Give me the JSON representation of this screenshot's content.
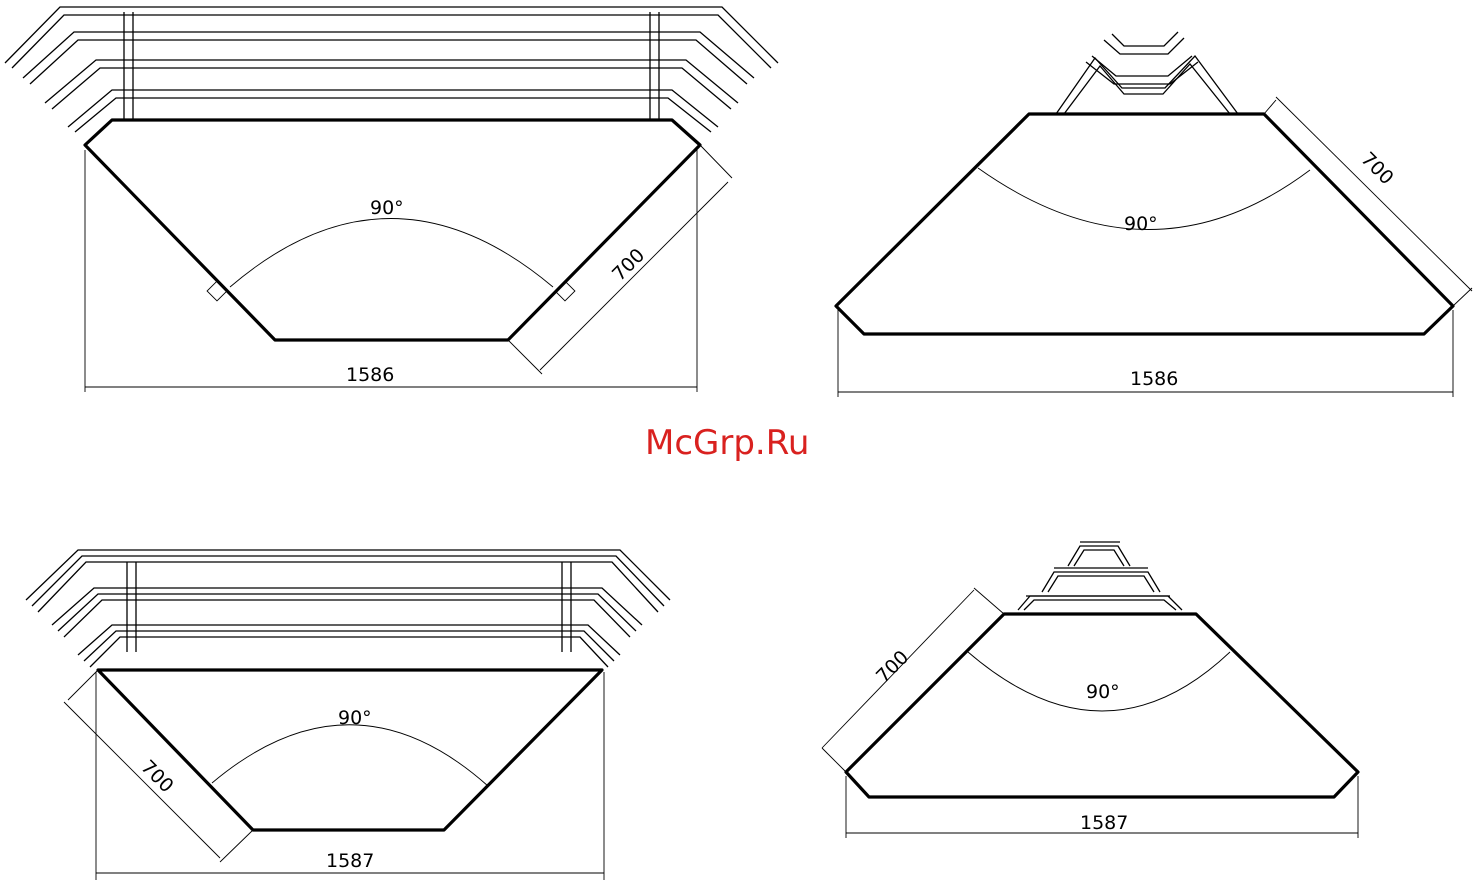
{
  "watermark": "McGrp.Ru",
  "watermark_color": "#d9211f",
  "diagrams": {
    "top_left": {
      "width": "1586",
      "side": "700",
      "angle": "90°"
    },
    "top_right": {
      "width": "1586",
      "side": "700",
      "angle": "90°"
    },
    "bottom_left": {
      "width": "1587",
      "side": "700",
      "angle": "90°"
    },
    "bottom_right": {
      "width": "1587",
      "side": "700",
      "angle": "90°"
    }
  }
}
